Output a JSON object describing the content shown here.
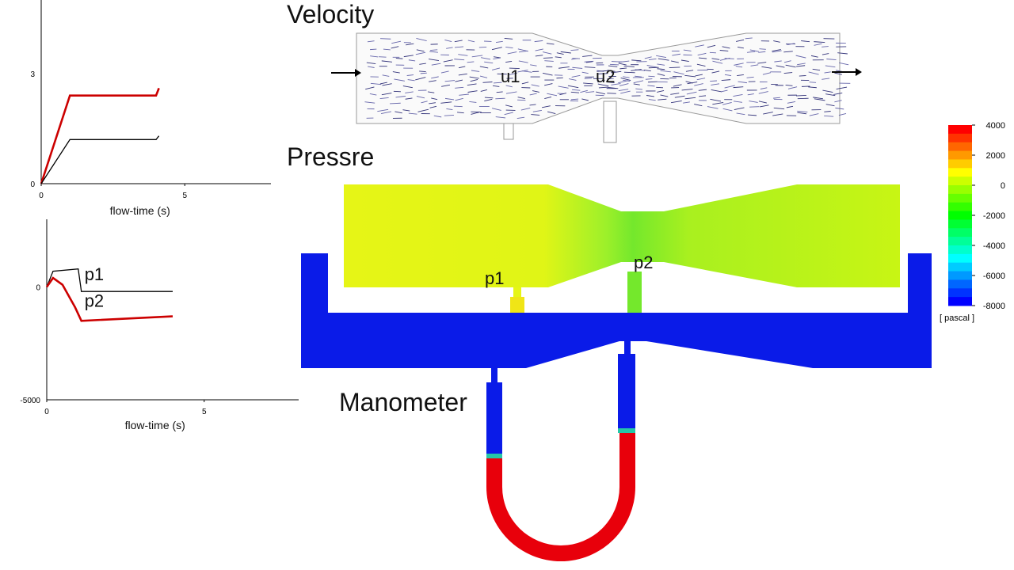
{
  "velocity": {
    "title": "Velocity",
    "label_u1": "u1",
    "label_u2": "u2"
  },
  "pressure": {
    "title": "Pressre",
    "label_p1": "p1",
    "label_p2": "p2"
  },
  "manometer": {
    "title": "Manometer"
  },
  "colorbar": {
    "ticks": [
      "4000",
      "2000",
      "0",
      "-2000",
      "-4000",
      "-6000",
      "-8000"
    ],
    "unit": "[ pascal ]",
    "colors": [
      "#ff0000",
      "#ff6600",
      "#ffcc00",
      "#ffff33",
      "#ccff00",
      "#66ff00",
      "#00ff66",
      "#00ffcc",
      "#00ccff",
      "#0066ff",
      "#0000ff"
    ]
  },
  "colors": {
    "inlet_yellow": "#e6f516",
    "throat_green": "#7ee82a",
    "outlet_green": "#c8f514",
    "low_blue": "#0a1be8",
    "high_red": "#e8000b",
    "series_red": "#cc0000",
    "series_black": "#000000"
  },
  "chart_data": [
    {
      "type": "line",
      "xlabel": "flow-time (s)",
      "xticks": [
        "0",
        "5"
      ],
      "yticks": [
        "0",
        "3"
      ],
      "xlim": [
        0,
        8
      ],
      "ylim": [
        0,
        5
      ],
      "series": [
        {
          "color": "#cc0000",
          "points": [
            [
              0,
              0
            ],
            [
              1,
              2.4
            ],
            [
              4,
              2.4
            ],
            [
              4.1,
              2.6
            ]
          ]
        },
        {
          "color": "#000000",
          "points": [
            [
              0,
              0
            ],
            [
              1,
              1.2
            ],
            [
              4,
              1.2
            ],
            [
              4.1,
              1.3
            ]
          ]
        }
      ]
    },
    {
      "type": "line",
      "xlabel": "flow-time (s)",
      "xticks": [
        "0",
        "5"
      ],
      "yticks": [
        "0",
        "-5000"
      ],
      "xlim": [
        0,
        8
      ],
      "ylim": [
        -5000,
        3000
      ],
      "series": [
        {
          "name": "p1",
          "color": "#000000",
          "points": [
            [
              0,
              0
            ],
            [
              0.2,
              700
            ],
            [
              1,
              800
            ],
            [
              1.1,
              -200
            ],
            [
              4,
              -200
            ]
          ]
        },
        {
          "name": "p2",
          "color": "#cc0000",
          "points": [
            [
              0,
              0
            ],
            [
              0.2,
              400
            ],
            [
              0.5,
              100
            ],
            [
              0.9,
              -900
            ],
            [
              1.1,
              -1500
            ],
            [
              4,
              -1300
            ]
          ]
        }
      ]
    }
  ]
}
